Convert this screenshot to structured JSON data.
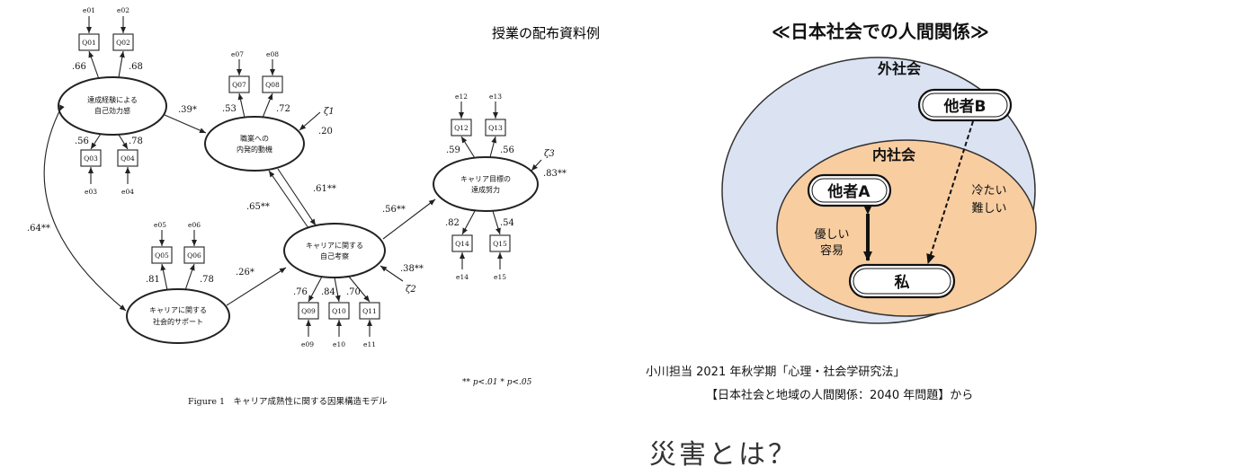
{
  "header": {
    "handout_label": "授業の配布資料例"
  },
  "left_model": {
    "figure_caption": "Figure 1　キャリア成熟性に関する因果構造モデル",
    "significance_note": "** p<.01  * p<.05",
    "latent": {
      "efficacy": [
        "達成経験による",
        "自己効力感"
      ],
      "motivation": [
        "職業への",
        "内発的動機"
      ],
      "support": [
        "キャリアに関する",
        "社会的サポート"
      ],
      "exploration": [
        "キャリアに関する",
        "自己考察"
      ],
      "goal": [
        "キャリア目標の",
        "達成努力"
      ]
    },
    "items": [
      "Q01",
      "Q02",
      "Q03",
      "Q04",
      "Q05",
      "Q06",
      "Q07",
      "Q08",
      "Q09",
      "Q10",
      "Q11",
      "Q12",
      "Q13",
      "Q14",
      "Q15"
    ],
    "errors": [
      "e01",
      "e02",
      "e03",
      "e04",
      "e05",
      "e06",
      "e07",
      "e08",
      "e09",
      "e10",
      "e11",
      "e12",
      "e13",
      "e14",
      "e15"
    ],
    "zetas": [
      "ζ1",
      "ζ2",
      "ζ3"
    ],
    "coefs": {
      "q01": ".66",
      "q02": ".68",
      "q03": ".56",
      "q04": ".78",
      "q05": ".81",
      "q06": ".78",
      "q07": ".53",
      "q08": ".72",
      "q09": ".76",
      "q10": ".84",
      "q11": ".70",
      "q12": ".59",
      "q13": ".56",
      "q14": ".82",
      "q15": ".54",
      "eff_mot": ".39*",
      "mot_exp": ".61**",
      "exp_mot": ".65**",
      "sup_exp": ".26*",
      "exp_goal": ".56**",
      "eff_sup": ".64**",
      "r2_mot": ".20",
      "r2_exp": ".38**",
      "r2_goal": ".83**"
    }
  },
  "right_diagram": {
    "title": "≪日本社会での人間関係≫",
    "outer_label": "外社会",
    "inner_label": "内社会",
    "other_a": "他者A",
    "other_b": "他者B",
    "self": "私",
    "a_desc": [
      "優しい",
      "容易"
    ],
    "b_desc": [
      "冷たい",
      "難しい"
    ],
    "credit_line1": "小川担当 2021 年秋学期「心理・社会学研究法」",
    "credit_line2": "【日本社会と地域の人間関係：2040 年問題】から",
    "colors": {
      "outer_fill": "#dbe3f2",
      "inner_fill": "#f8cda0"
    }
  },
  "footer": {
    "question": "災害とは？"
  }
}
